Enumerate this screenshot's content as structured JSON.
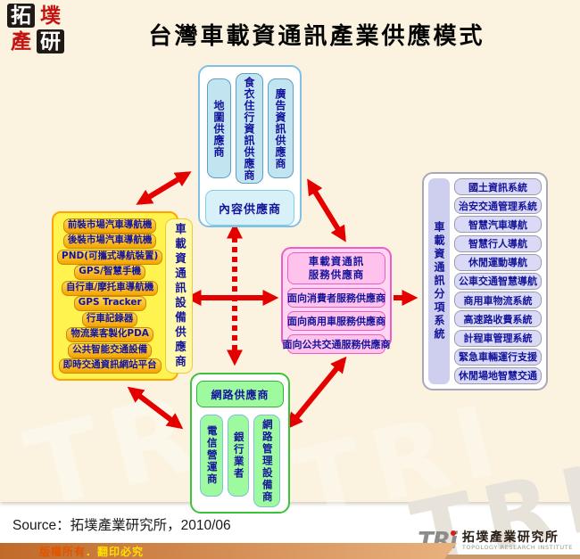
{
  "header": {
    "title": "台灣車載資通訊產業供應模式",
    "logo_chars": {
      "tl": "拓",
      "tr": "墣",
      "bl": "產",
      "br": "研"
    }
  },
  "diagram": {
    "content_group": {
      "label": "內容供應商",
      "items": [
        "地圖供應商",
        "食衣住行資訊供應商",
        "廣告資訊供應商"
      ]
    },
    "device_group": {
      "label": "車載資通訊設備供應商",
      "items": [
        "前裝市場汽車導航機",
        "後裝市場汽車導航機",
        "PND(可攜式導航裝置)",
        "GPS/智慧手機",
        "自行車/摩托車導航機",
        "GPS Tracker",
        "行車記錄器",
        "物流業客製化PDA",
        "公共智能交通設備",
        "即時交通資訊網站平台"
      ]
    },
    "service_group": {
      "label_line1": "車載資通訊",
      "label_line2": "服務供應商",
      "items": [
        "面向消費者服務供應商",
        "面向商用車服務供應商",
        "面向公共交通服務供應商"
      ]
    },
    "system_group": {
      "label": "車載資通訊分項系統",
      "items": [
        "國土資訊系統",
        "治安交通管理系統",
        "智慧汽車導航",
        "智慧行人導航",
        "休閒運動導航",
        "公車交通智慧導航",
        "商用車物流系統",
        "高速路收費系統",
        "計程車管理系統",
        "緊急車輛運行支援",
        "休閒場地智慧交通"
      ]
    },
    "network_group": {
      "label": "網路供應商",
      "items": [
        "電信營運商",
        "銀行業者",
        "網路管理設備商"
      ]
    }
  },
  "footer": {
    "source": "Source：拓墣產業研究所，2010/06",
    "copyright_left": "版權所有",
    "copyright_sep": "．",
    "copyright_right": "翻印必究",
    "tri_acronym": "TRi",
    "tri_name_zh": "拓墣產業研究所",
    "tri_name_en": "TOPOLOGY RESEARCH INSTITUTE"
  },
  "watermark_text": "TRI",
  "colors": {
    "background_cream": "#FBF3DF",
    "arrow_red": "#E50000",
    "content_blue_fill": "#C2E4F0",
    "content_blue_border": "#5C9FC4",
    "device_yellow_fill": "#FFF34F",
    "device_item_gold": "#F5A400",
    "device_border_orange": "#FFA300",
    "service_pink_fill": "#FFC2EC",
    "service_border_magenta": "#EE5CC8",
    "system_lavender_fill": "#DADAF6",
    "network_green_fill": "#9EFA9E",
    "network_border_green": "#3BC43B",
    "text_navy": "#14149A",
    "copyright_bar": "#C06A2A"
  }
}
